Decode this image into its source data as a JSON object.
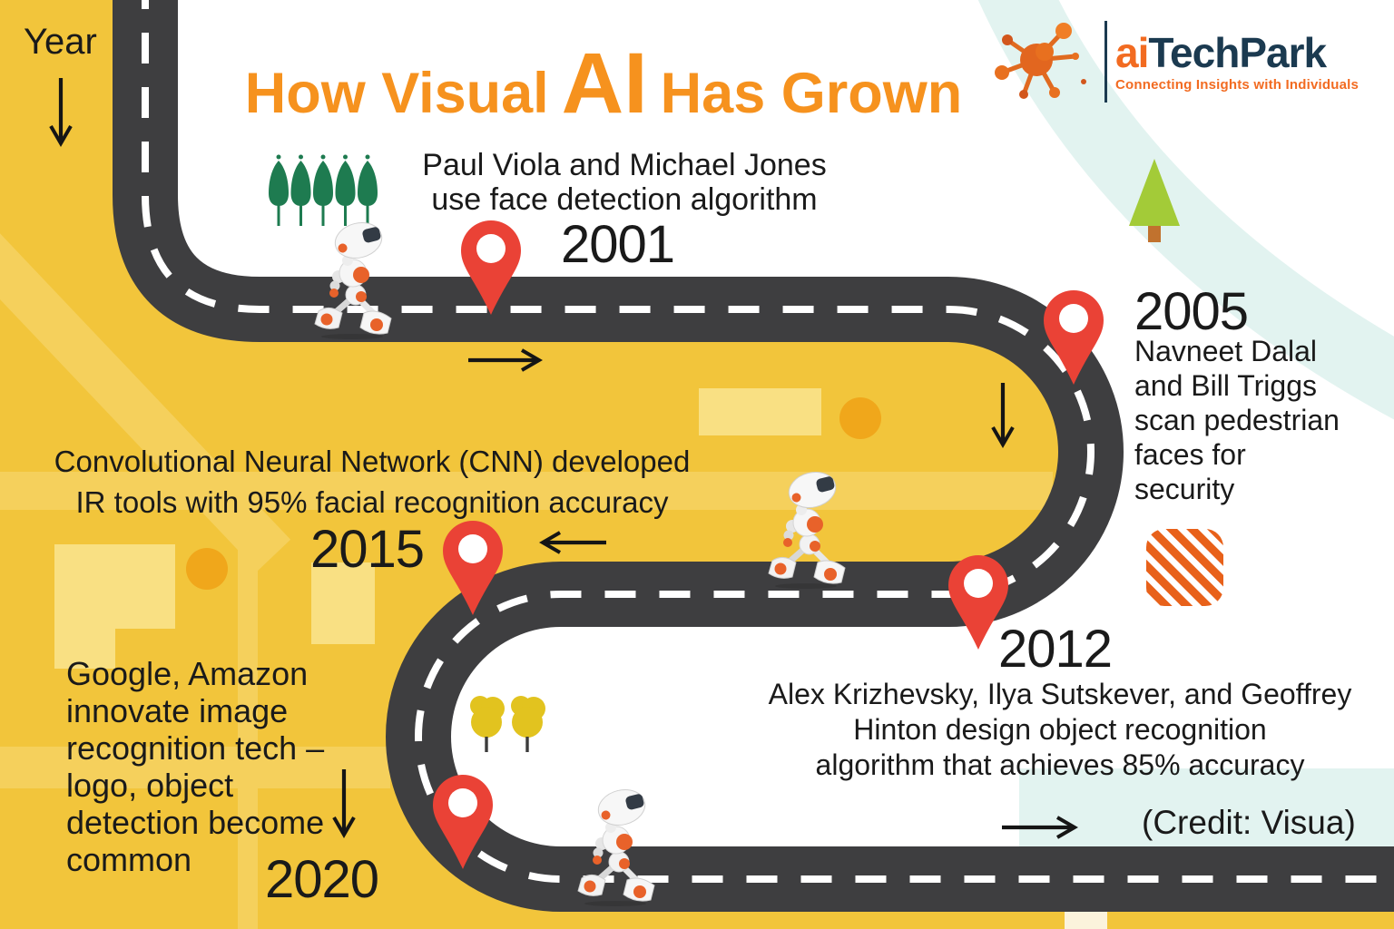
{
  "year_label": "Year",
  "title": {
    "prefix": "How Visual",
    "highlight": "AI",
    "suffix": "Has Grown"
  },
  "logo": {
    "brand_ai": "ai",
    "brand_rest": "TechPark",
    "tagline": "Connecting Insights with Individuals"
  },
  "milestones": [
    {
      "year": "2001",
      "lines": [
        "Paul Viola and Michael Jones",
        "use face detection algorithm"
      ]
    },
    {
      "year": "2005",
      "lines": [
        "Navneet Dalal",
        "and Bill Triggs",
        "scan pedestrian",
        "faces for",
        "security"
      ]
    },
    {
      "year": "2012",
      "lines": [
        "Alex Krizhevsky, Ilya Sutskever, and Geoffrey",
        "Hinton design object recognition",
        "algorithm that achieves 85% accuracy"
      ]
    },
    {
      "year": "2015",
      "lines": [
        "Convolutional Neural Network (CNN) developed",
        "IR tools with 95% facial recognition accuracy"
      ]
    },
    {
      "year": "2020",
      "lines": [
        "Google, Amazon",
        "innovate image",
        "recognition tech –",
        "logo, object",
        "detection become",
        "common"
      ]
    }
  ],
  "credit": "(Credit: Visua)",
  "colors": {
    "map_yellow": "#F2C53B",
    "map_street_light": "#F5D05C",
    "map_block_light": "#F9E083",
    "road_dark": "#3E3E40",
    "pin_red": "#EA4236",
    "title_orange": "#F6921E",
    "brand_orange": "#F26B21",
    "brand_navy": "#1B3A50",
    "teal_band": "#E2F3F0",
    "tree_green": "#1E7B50",
    "pine_lime": "#A3CB38",
    "tree_gold": "#E2C31F",
    "robot_accent": "#E8622A"
  }
}
